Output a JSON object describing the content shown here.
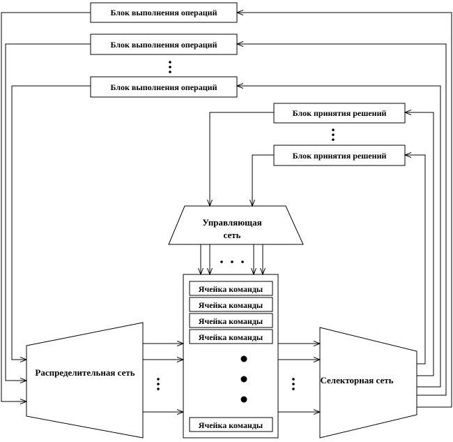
{
  "exec_blocks": [
    "Блок выполнения операций",
    "Блок выполнения операций",
    "Блок выполнения операций"
  ],
  "decision_blocks": [
    "Блок принятия решений",
    "Блок принятия решений"
  ],
  "control_network": {
    "line1": "Управляющая",
    "line2": "сеть"
  },
  "cells": [
    "Ячейка команды",
    "Ячейка команды",
    "Ячейка команды",
    "Ячейка команды",
    "Ячейка команды"
  ],
  "distribution_network": "Распределительная сеть",
  "selector_network": "Селекторная сеть"
}
